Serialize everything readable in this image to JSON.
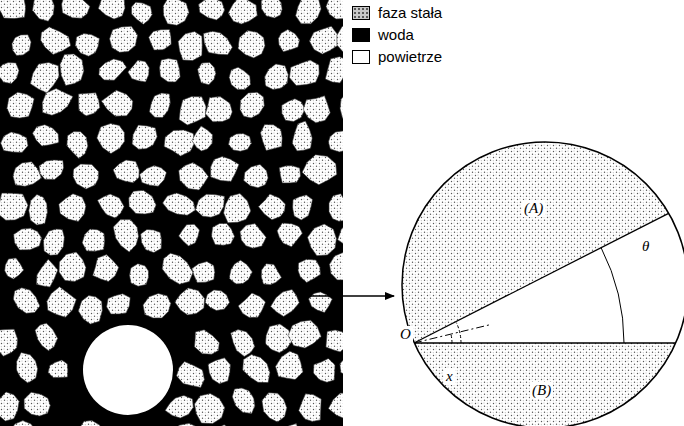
{
  "diagram": {
    "labels": [
      "(A)",
      "O",
      "θ",
      "x",
      "(B)"
    ],
    "legend": [
      {
        "text": "faza stała",
        "color": "#c8c8c8"
      },
      {
        "text": "woda",
        "color": "#000000"
      },
      {
        "text": "powietrze",
        "color": "#ffffff"
      }
    ]
  }
}
